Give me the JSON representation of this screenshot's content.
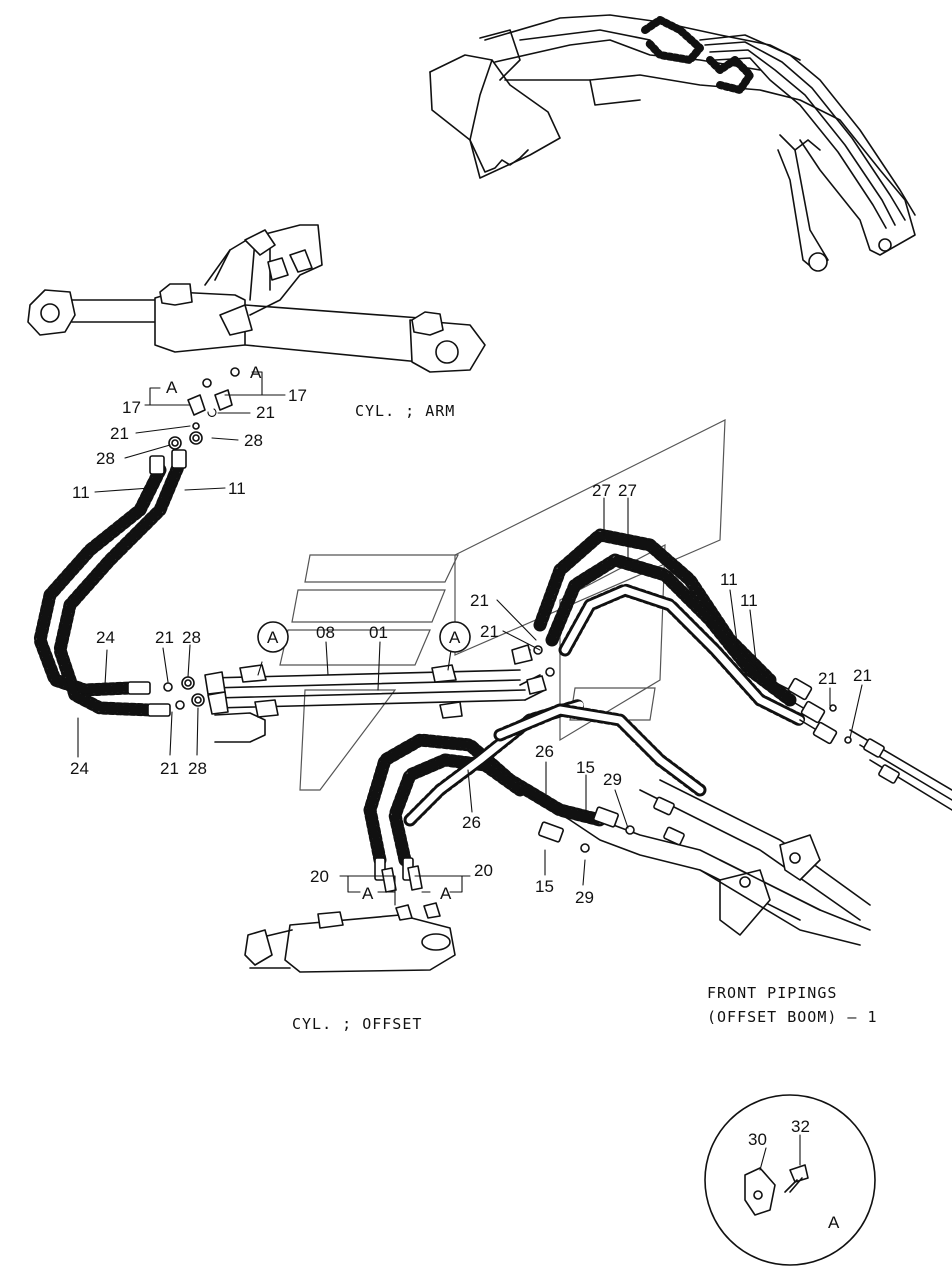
{
  "diagram": {
    "title_line1": "FRONT PIPINGS",
    "title_line2": "(OFFSET BOOM) — 1",
    "label_cyl_arm": "CYL. ; ARM",
    "label_cyl_offset": "CYL. ; OFFSET",
    "detail_ref": "A",
    "detail_part_30": "30",
    "detail_part_32": "32",
    "callouts": {
      "c17a": "17",
      "c17b": "17",
      "c21a": "21",
      "c21b": "21",
      "c21c": "21",
      "c21d": "21",
      "c21e": "21",
      "c21f": "21",
      "c21g": "21",
      "c21h": "21",
      "c28a": "28",
      "c28b": "28",
      "c28c": "28",
      "c28d": "28",
      "c11a": "11",
      "c11b": "11",
      "c11c": "11",
      "c11d": "11",
      "c24a": "24",
      "c24b": "24",
      "c08": "08",
      "c01": "01",
      "c27a": "27",
      "c27b": "27",
      "c26a": "26",
      "c26b": "26",
      "c15a": "15",
      "c15b": "15",
      "c29a": "29",
      "c29b": "29",
      "c20a": "20",
      "c20b": "20",
      "cA1": "A",
      "cA2": "A",
      "cA3": "A",
      "cA4": "A",
      "cA5": "A",
      "cA6": "A"
    }
  }
}
